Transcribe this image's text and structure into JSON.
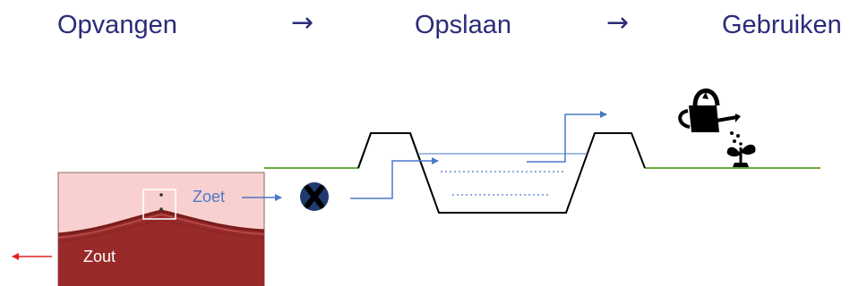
{
  "steps": {
    "capture": "Opvangen",
    "store": "Opslaan",
    "use": "Gebruiken"
  },
  "step_arrow": "→",
  "aquifer": {
    "fresh_label": "Zoet",
    "salt_label": "Zout"
  },
  "icons": {
    "pump": "pump-x-icon",
    "watering_can": "watering-can-icon",
    "plant": "sprout-icon"
  },
  "colors": {
    "heading": "#2b2b7a",
    "fresh_water": "#f9d0d0",
    "salt_water": "#992a2a",
    "flow_arrow": "#4a78c8",
    "ground": "#6aaa3a",
    "outflow_arrow": "#e02020",
    "basin_outline": "#000000"
  }
}
